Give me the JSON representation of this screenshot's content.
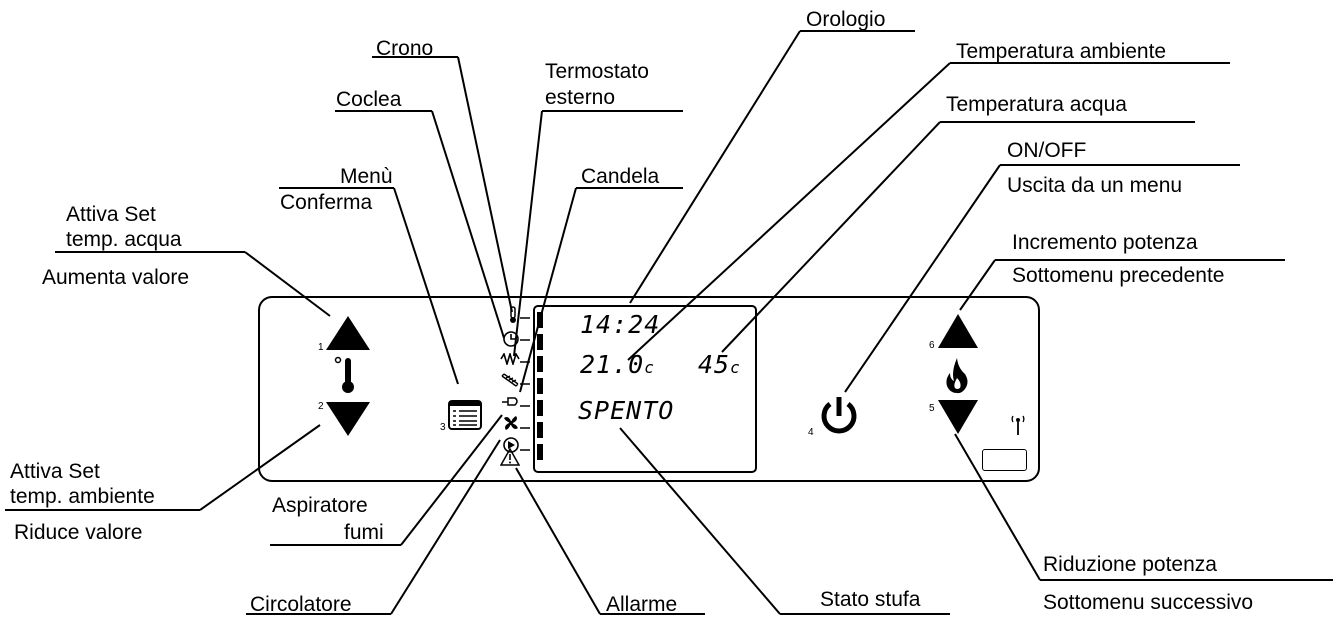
{
  "labels": {
    "crono": "Crono",
    "termostato_1": "Termostato",
    "termostato_2": "esterno",
    "coclea": "Coclea",
    "candela": "Candela",
    "menu": "Menù",
    "conferma": "Conferma",
    "attiva_acqua_1": "Attiva Set",
    "attiva_acqua_2": "temp. acqua",
    "aumenta": "Aumenta valore",
    "attiva_amb_1": "Attiva Set",
    "attiva_amb_2": "temp. ambiente",
    "riduce": "Riduce valore",
    "aspiratore_1": "Aspiratore",
    "aspiratore_2": "fumi",
    "circolatore": "Circolatore",
    "allarme": "Allarme",
    "stato_stufa": "Stato stufa",
    "orologio": "Orologio",
    "temp_ambiente": "Temperatura ambiente",
    "temp_acqua": "Temperatura acqua",
    "on_off": "ON/OFF",
    "uscita": "Uscita da un menu",
    "incremento": "Incremento potenza",
    "sottomenu_prec": "Sottomenu precedente",
    "riduzione": "Riduzione potenza",
    "sottomenu_succ": "Sottomenu successivo"
  },
  "display": {
    "clock": "14:24",
    "room_temp": "21.0",
    "room_unit": "c",
    "water_temp": "45",
    "water_unit": "c",
    "status": "SPENTO"
  },
  "key_numbers": {
    "k1": "1",
    "k2": "2",
    "k3": "3",
    "k4": "4",
    "k5": "5",
    "k6": "6"
  },
  "icons": [
    "thermometer-icon",
    "clock-icon",
    "resistor-icon",
    "auger-icon",
    "candle-icon",
    "fan-icon",
    "circulator-icon",
    "alarm-icon",
    "menu-list-icon",
    "power-icon",
    "flame-icon",
    "antenna-icon"
  ]
}
